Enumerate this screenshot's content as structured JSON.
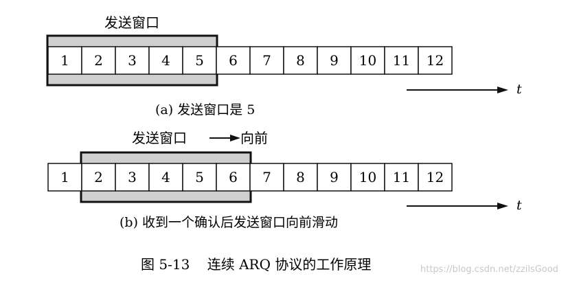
{
  "window_label": "发送窗口",
  "forward_label": "向前",
  "time_label": "t",
  "frames": [
    "1",
    "2",
    "3",
    "4",
    "5",
    "6",
    "7",
    "8",
    "9",
    "10",
    "11",
    "12"
  ],
  "part_a": {
    "window_start": 0,
    "window_size": 5,
    "caption": "(a) 发送窗口是 5"
  },
  "part_b": {
    "window_start": 1,
    "window_size": 5,
    "caption": "(b) 收到一个确认后发送窗口向前滑动"
  },
  "figure_caption": "图 5-13    连续 ARQ 协议的工作原理",
  "watermark": "https://blog.csdn.net/zzilsGood",
  "colors": {
    "window_fill": "#cfcfcf",
    "stroke": "#111111",
    "cell_fill": "#ffffff"
  }
}
